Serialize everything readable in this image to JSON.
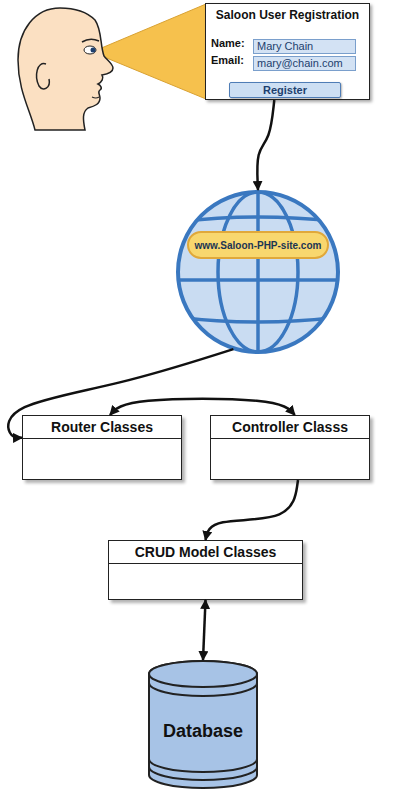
{
  "diagram": {
    "nodes": [
      {
        "text": [
          "Saloon User Registration"
        ]
      },
      {
        "text": [
          "Mary Chain"
        ],
        "in": 0
      },
      {
        "text": [
          "mary@chain.com"
        ],
        "in": 0
      },
      {
        "text": [
          "Register"
        ],
        "in": 0
      },
      {
        "text": [
          "www.Saloon-PHP-site.com"
        ]
      },
      {
        "text": [
          "Router Classes"
        ]
      },
      {
        "text": [
          "Controller Classs"
        ]
      },
      {
        "text": [
          "CRUD Model Classes"
        ]
      },
      {
        "text": [
          "Database"
        ]
      }
    ],
    "edges": [
      {
        "from": 0,
        "to": 4,
        "arrow": "to"
      },
      {
        "from": 4,
        "to": 5,
        "arrow": "to"
      },
      {
        "from": 5,
        "to": 6,
        "arrow": "both"
      },
      {
        "from": 6,
        "to": 7,
        "arrow": "to"
      },
      {
        "from": 7,
        "to": 8,
        "arrow": "both"
      }
    ],
    "labels": [
      "Name:",
      "Email:"
    ]
  }
}
